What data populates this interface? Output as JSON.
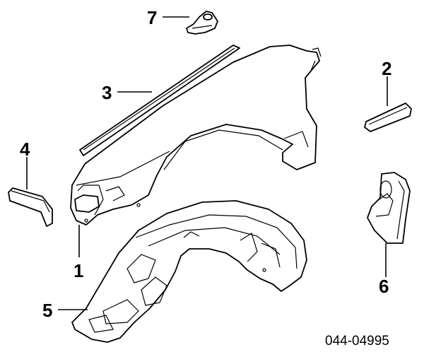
{
  "diagram": {
    "labels": [
      "1",
      "2",
      "3",
      "4",
      "5",
      "6",
      "7"
    ],
    "code": "044-04995"
  }
}
